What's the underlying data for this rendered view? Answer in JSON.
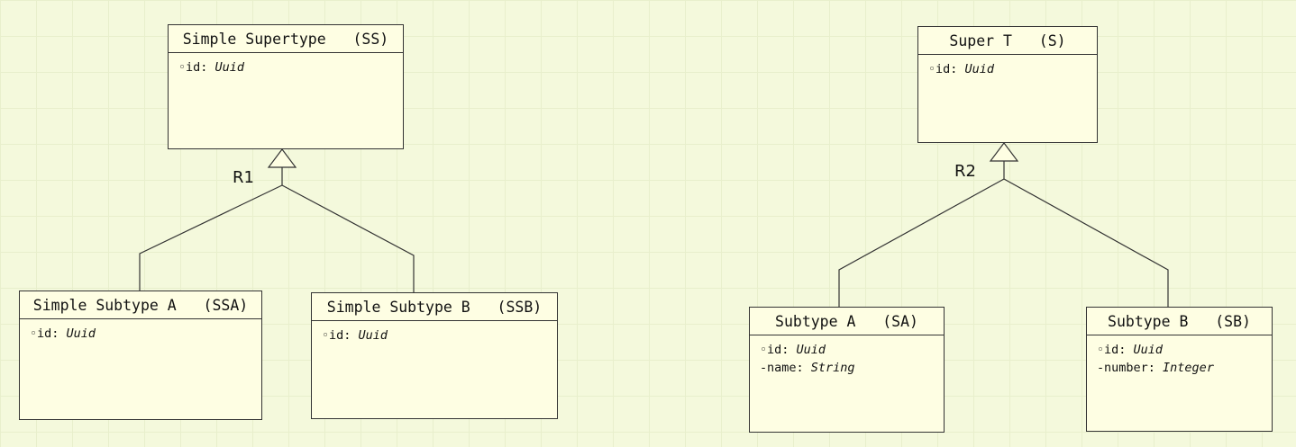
{
  "diagram": {
    "background_color": "#f4f9dc",
    "relationships": [
      {
        "label": "R1",
        "kind": "generalization",
        "supertype": "SS",
        "subtypes": [
          "SSA",
          "SSB"
        ]
      },
      {
        "label": "R2",
        "kind": "generalization",
        "supertype": "S",
        "subtypes": [
          "SA",
          "SB"
        ]
      }
    ],
    "classes": {
      "ss": {
        "name": "Simple Supertype",
        "keyletter": "(SS)",
        "attributes": [
          {
            "marker": "◦",
            "name": "id:",
            "type": "Uuid"
          }
        ]
      },
      "ssa": {
        "name": "Simple Subtype A",
        "keyletter": "(SSA)",
        "attributes": [
          {
            "marker": "◦",
            "name": "id:",
            "type": "Uuid"
          }
        ]
      },
      "ssb": {
        "name": "Simple Subtype B",
        "keyletter": "(SSB)",
        "attributes": [
          {
            "marker": "◦",
            "name": "id:",
            "type": "Uuid"
          }
        ]
      },
      "s": {
        "name": "Super T",
        "keyletter": "(S)",
        "attributes": [
          {
            "marker": "◦",
            "name": "id:",
            "type": "Uuid"
          }
        ]
      },
      "sa": {
        "name": "Subtype A",
        "keyletter": "(SA)",
        "attributes": [
          {
            "marker": "◦",
            "name": "id:",
            "type": "Uuid"
          },
          {
            "marker": "-",
            "name": "name:",
            "type": "String"
          }
        ]
      },
      "sb": {
        "name": "Subtype B",
        "keyletter": "(SB)",
        "attributes": [
          {
            "marker": "◦",
            "name": "id:",
            "type": "Uuid"
          },
          {
            "marker": "-",
            "name": "number:",
            "type": "Integer"
          }
        ]
      }
    }
  }
}
